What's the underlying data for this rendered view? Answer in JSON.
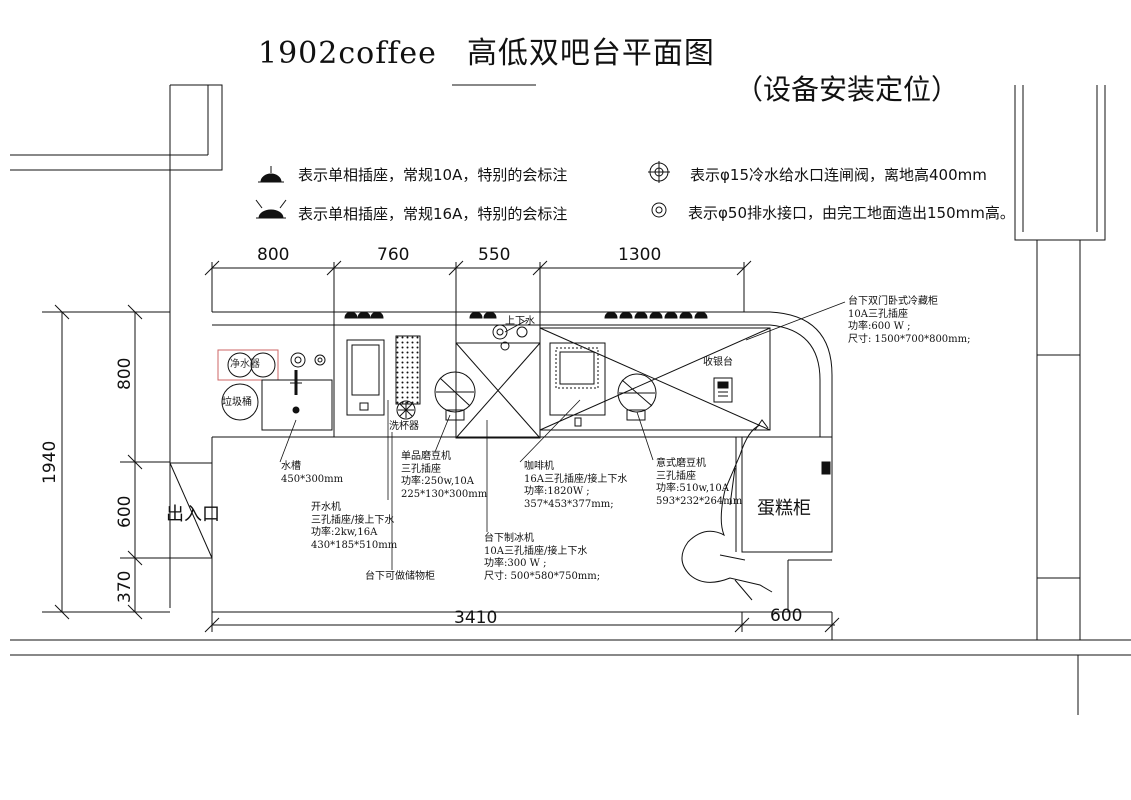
{
  "title": {
    "brand": "1902coffee",
    "main": "高低双吧台平面图",
    "sub": "（设备安装定位）"
  },
  "legend": [
    {
      "icon": "socket-10a-icon",
      "text": "表示单相插座，常规10A，特别的会标注"
    },
    {
      "icon": "socket-16a-icon",
      "text": "表示单相插座，常规16A，特别的会标注"
    },
    {
      "icon": "valve-icon",
      "text": "表示φ15冷水给水口连闸阀，离地高400mm"
    },
    {
      "icon": "drain-icon",
      "text": "表示φ50排水接口，由完工地面造出150mm高。"
    }
  ],
  "dimensions": {
    "top": [
      "800",
      "760",
      "550",
      "1300"
    ],
    "bottom": [
      "3410",
      "600"
    ],
    "left_outer": "1940",
    "left_inner": [
      "800",
      "600",
      "370"
    ]
  },
  "rooms": {
    "entrance": "出入口",
    "cake_cabinet": "蛋糕柜"
  },
  "equipment_tags": {
    "water_purifier": "净水器",
    "trash_bin": "垃圾桶",
    "cup_washer": "洗杯器",
    "cashier": "收银台",
    "water_inout": "上下水"
  },
  "notes": {
    "sink": [
      "水槽",
      "450*300mm"
    ],
    "boiler": [
      "开水机",
      "三孔插座/接上下水",
      "功率:2kw,16A",
      "430*185*510mm"
    ],
    "storage": [
      "台下可做储物柜"
    ],
    "single_grinder": [
      "单品磨豆机",
      "三孔插座",
      "功率:250w,10A",
      "225*130*300mm"
    ],
    "ice_machine": [
      "台下制冰机",
      "10A三孔插座/接上下水",
      "功率:300 W ;",
      "尺寸: 500*580*750mm;"
    ],
    "coffee_machine": [
      "咖啡机",
      "16A三孔插座/接上下水",
      "功率:1820W ;",
      "357*453*377mm;"
    ],
    "espresso_grinder": [
      "意式磨豆机",
      "三孔插座",
      "功率:510w,10A",
      "593*232*264mm"
    ],
    "fridge": [
      "台下双门卧式冷藏柜",
      "10A三孔插座",
      "功率:600 W ;",
      "尺寸: 1500*700*800mm;"
    ]
  }
}
